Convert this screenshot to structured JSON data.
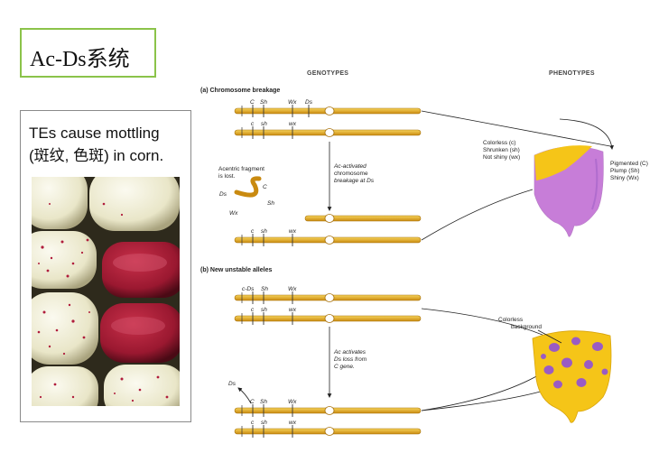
{
  "slide": {
    "title": "Ac-Ds系统",
    "caption_line1": "TEs cause mottling",
    "caption_line2": "(斑纹, 色斑) in corn."
  },
  "diagram": {
    "genotypes_header": "GENOTYPES",
    "phenotypes_header": "PHENOTYPES",
    "section_a": "(a) Chromosome breakage",
    "section_b": "(b) New unstable alleles",
    "a_top_labels": [
      "C",
      "Sh",
      "Wx",
      "Ds"
    ],
    "a_second_labels": [
      "c",
      "sh",
      "wx"
    ],
    "a_fragment": [
      "Acentric fragment",
      "is lost."
    ],
    "a_fragment_genes": [
      "Ds",
      "C",
      "Sh",
      "Wx"
    ],
    "a_arrow_text": [
      "Ac-activated",
      "chromosome",
      "breakage at Ds"
    ],
    "a_bottom_labels": [
      "c",
      "sh",
      "wx"
    ],
    "pheno_colorless": [
      "Colorless (c)",
      "Shrunken (sh)",
      "Not shiny (wx)"
    ],
    "pheno_pigmented": [
      "Pigmented (C)",
      "Plump (Sh)",
      "Shiny (Wx)"
    ],
    "b_top_labels": [
      "c-Ds",
      "Sh",
      "Wx"
    ],
    "b_second_labels": [
      "c",
      "sh",
      "wx"
    ],
    "b_arrow_text": [
      "Ac activates",
      "Ds loss from",
      "C gene."
    ],
    "b_ds_label": "Ds",
    "b_third_labels": [
      "C",
      "Sh",
      "Wx"
    ],
    "b_fourth_labels": [
      "c",
      "sh",
      "wx"
    ],
    "b_pheno_label": [
      "Colorless",
      "background"
    ],
    "colors": {
      "chromosome": "#e8b21a",
      "chromosome_dark": "#c98a10",
      "kernel_yellow": "#f5c518",
      "kernel_purple": "#c77dd8",
      "spot_purple": "#9a5bc4",
      "title_border": "#8bc34a"
    }
  }
}
